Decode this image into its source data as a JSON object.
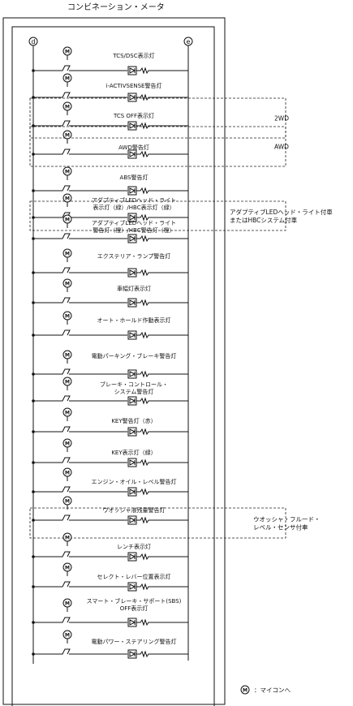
{
  "title": "コンビネーション・メータ",
  "terminals": {
    "left": "d",
    "right": "e"
  },
  "rows": [
    {
      "label": [
        "TCS/DSC表示灯"
      ]
    },
    {
      "label": [
        "i-ACTIVSENSE警告灯"
      ]
    },
    {
      "label": [
        "TCS OFF表示灯"
      ]
    },
    {
      "label": [
        "AWD警告灯"
      ]
    },
    {
      "label": [
        "ABS警告灯"
      ]
    },
    {
      "label": [
        "アダプティブLEDヘッド・ライト",
        "表示灯（緑）/HBC表示灯（緑）"
      ]
    },
    {
      "label": [
        "アダプティブLEDヘッド・ライト",
        "警告灯（橙）/HBC警告灯（橙）"
      ]
    },
    {
      "label": [
        "エクステリア・ランプ警告灯"
      ]
    },
    {
      "label": [
        "車幅灯表示灯"
      ]
    },
    {
      "label": [
        "オート・ホールド作動表示灯"
      ]
    },
    {
      "label": [
        "電動パーキング・ブレーキ警告灯"
      ]
    },
    {
      "label": [
        "ブレーキ・コントロール・",
        "システム警告灯"
      ]
    },
    {
      "label": [
        "KEY警告灯（赤）"
      ]
    },
    {
      "label": [
        "KEY表示灯（緑）"
      ]
    },
    {
      "label": [
        "エンジン・オイル・レベル警告灯"
      ]
    },
    {
      "label": [
        "ウオッシャ液残量警告灯"
      ]
    },
    {
      "label": [
        "レンチ表示灯"
      ]
    },
    {
      "label": [
        "セレクト・レバー位置表示灯"
      ]
    },
    {
      "label": [
        "スマート・ブレーキ・サポート(SBS)",
        "OFF表示灯"
      ]
    },
    {
      "label": [
        "電動パワー・ステアリング警告灯"
      ]
    }
  ],
  "groups": [
    {
      "rows": [
        2
      ],
      "note": [
        "2WD"
      ]
    },
    {
      "rows": [
        3
      ],
      "note": [
        "AWD"
      ]
    },
    {
      "rows": [
        5,
        6
      ],
      "note": [
        "アダプティブLEDヘッド・ライト付車",
        "またはHBCシステム付車"
      ]
    },
    {
      "rows": [
        15
      ],
      "note": [
        "ウオッシャ・フルード・",
        "レベル・センサ付車"
      ]
    }
  ],
  "legend": {
    "symbol": "M",
    "text": "：マイコンへ"
  }
}
